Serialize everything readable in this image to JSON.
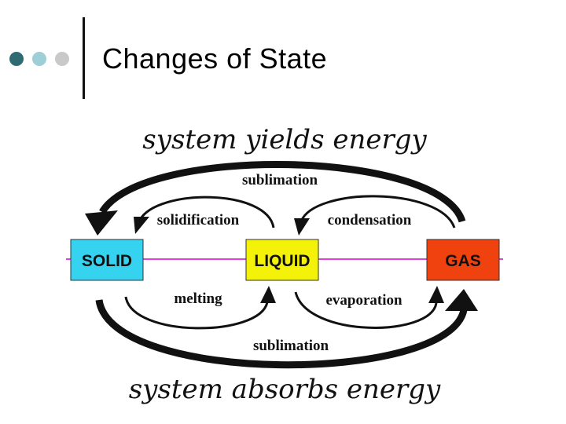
{
  "slide": {
    "title": "Changes of State"
  },
  "bullets": {
    "colors": [
      "#2e6b73",
      "#9fcfd6",
      "#c9c9c9"
    ]
  },
  "diagram": {
    "top_caption": "system yields energy",
    "bottom_caption": "system absorbs energy",
    "states": {
      "solid": {
        "label": "SOLID",
        "color": "#35d3f0"
      },
      "liquid": {
        "label": "LIQUID",
        "color": "#f5f20a"
      },
      "gas": {
        "label": "GAS",
        "color": "#f0420f"
      }
    },
    "line_color": "#e040e0",
    "transitions": {
      "sublimation_top": "sublimation",
      "solidification": "solidification",
      "condensation": "condensation",
      "melting": "melting",
      "evaporation": "evaporation",
      "sublimation_bottom": "sublimation"
    }
  }
}
